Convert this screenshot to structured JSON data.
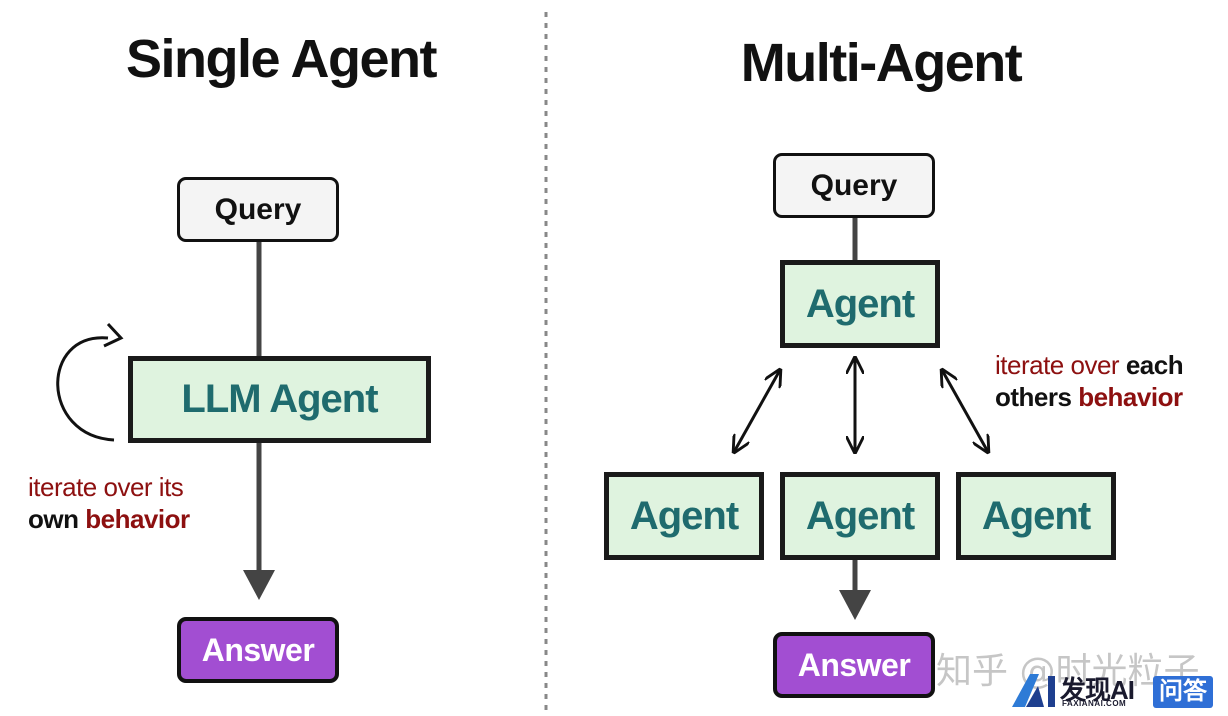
{
  "single": {
    "title": "Single Agent",
    "query": "Query",
    "agent": "LLM Agent",
    "answer": "Answer",
    "note": {
      "line1": "iterate over its",
      "own": "own",
      "behavior": "behavior"
    }
  },
  "multi": {
    "title": "Multi-Agent",
    "query": "Query",
    "agent_top": "Agent",
    "agents": [
      "Agent",
      "Agent",
      "Agent"
    ],
    "answer": "Answer",
    "note": {
      "iterate": "iterate over",
      "each": "each",
      "others": "others",
      "behavior": "behavior"
    }
  },
  "watermark": {
    "zhihu": "知乎 @时光粒子",
    "brand": "发现AI",
    "brand_url": "FAXIANAI.COM",
    "qa": "问答"
  },
  "colors": {
    "agent_fill": "#dff3df",
    "agent_text": "#1f6b6e",
    "answer_fill": "#a24ed2",
    "note_red": "#8d1010",
    "arrow": "#444444"
  }
}
